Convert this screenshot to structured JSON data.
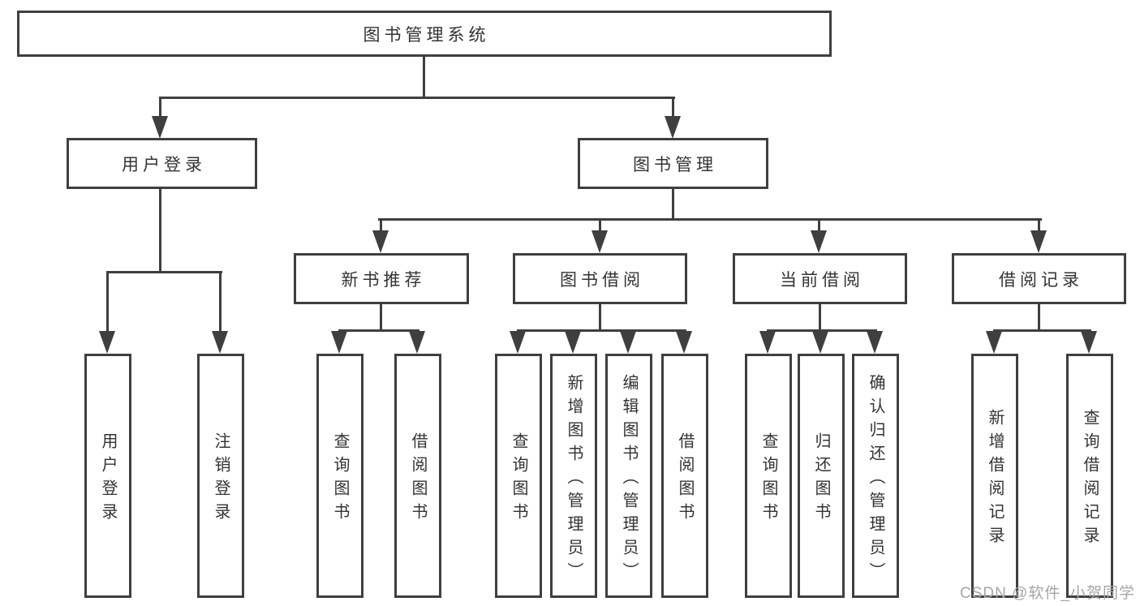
{
  "colors": {
    "line": "#3f3f3f",
    "box-border": "#3f3f3f",
    "text": "#333333",
    "watermark": "#a6a6a6",
    "background": "#ffffff"
  },
  "tree": {
    "label": "图书管理系统",
    "children": [
      {
        "label": "用户登录",
        "children": [
          {
            "label": "用户登录"
          },
          {
            "label": "注销登录"
          }
        ]
      },
      {
        "label": "图书管理",
        "children": [
          {
            "label": "新书推荐",
            "children": [
              {
                "label": "查询图书"
              },
              {
                "label": "借阅图书"
              }
            ]
          },
          {
            "label": "图书借阅",
            "children": [
              {
                "label": "查询图书"
              },
              {
                "label": "新增图书（管理员）"
              },
              {
                "label": "编辑图书（管理员）"
              },
              {
                "label": "借阅图书"
              }
            ]
          },
          {
            "label": "当前借阅",
            "children": [
              {
                "label": "查询图书"
              },
              {
                "label": "归还图书"
              },
              {
                "label": "确认归还（管理员）"
              }
            ]
          },
          {
            "label": "借阅记录",
            "children": [
              {
                "label": "新增借阅记录"
              },
              {
                "label": "查询借阅记录"
              }
            ]
          }
        ]
      }
    ]
  },
  "watermark": {
    "text": "CSDN @软件_小贺同学"
  }
}
